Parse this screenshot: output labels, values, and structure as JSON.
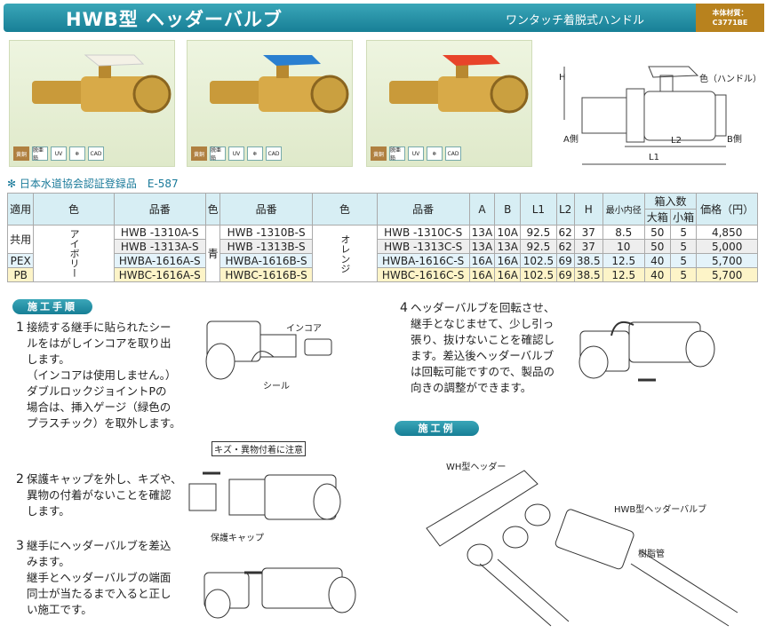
{
  "header": {
    "title": "HWB型 ヘッダーバルブ",
    "subtitle": "ワンタッチ着脱式ハンドル",
    "material": [
      "本体材質：",
      "C3771BE"
    ]
  },
  "icons": [
    "黄銅",
    "脱亜鉛",
    "UV",
    "❄",
    "CAD"
  ],
  "diagram": {
    "h": "H",
    "color": "色（ハンドル）",
    "a": "A側",
    "b": "B側",
    "l1": "L1",
    "l2": "L2"
  },
  "note": "✻ 日本水道協会認証登録品　E-587",
  "table": {
    "headers": [
      "適用",
      "色",
      "品番",
      "色",
      "品番",
      "色",
      "品番",
      "A",
      "B",
      "L1",
      "L2",
      "H",
      "最小内径",
      "箱入数",
      "価格（円）"
    ],
    "subheaders": [
      "大箱",
      "小箱"
    ],
    "colors": [
      "アイボリー",
      "青",
      "オレンジ"
    ],
    "rows": [
      [
        "共用",
        "HWB -1310A-S",
        "HWB -1310B-S",
        "HWB -1310C-S",
        "13A",
        "10A",
        "92.5",
        "62",
        "37",
        "8.5",
        "50",
        "5",
        "4,850"
      ],
      [
        "",
        "HWB -1313A-S",
        "HWB -1313B-S",
        "HWB -1313C-S",
        "13A",
        "13A",
        "92.5",
        "62",
        "37",
        "10",
        "50",
        "5",
        "5,000"
      ],
      [
        "PEX",
        "HWBA-1616A-S",
        "HWBA-1616B-S",
        "HWBA-1616C-S",
        "16A",
        "16A",
        "102.5",
        "69",
        "38.5",
        "12.5",
        "40",
        "5",
        "5,700"
      ],
      [
        "PB",
        "HWBC-1616A-S",
        "HWBC-1616B-S",
        "HWBC-1616C-S",
        "16A",
        "16A",
        "102.5",
        "69",
        "38.5",
        "12.5",
        "40",
        "5",
        "5,700"
      ]
    ]
  },
  "procedure": {
    "badge": "施工手順",
    "steps": [
      {
        "n": "1",
        "text": [
          "接続する継手に貼られたシー",
          "ルをはがしインコアを取り出",
          "します。",
          "（インコアは使用しません。）",
          "ダブルロックジョイントPの",
          "場合は、挿入ゲージ（緑色の",
          "プラスチック）を取外します。"
        ]
      },
      {
        "n": "2",
        "text": [
          "保護キャップを外し、キズや、",
          "異物の付着がないことを確認",
          "します。"
        ]
      },
      {
        "n": "3",
        "text": [
          "継手にヘッダーバルブを差込",
          "みます。",
          "継手とヘッダーバルブの端面",
          "同士が当たるまで入ると正し",
          "い施工です。"
        ]
      },
      {
        "n": "4",
        "text": [
          "ヘッダーバルブを回転させ、",
          "継手となじませて、少し引っ",
          "張り、抜けないことを確認し",
          "ます。差込後ヘッダーバルブ",
          "は回転可能ですので、製品の",
          "向きの調整ができます。"
        ]
      }
    ],
    "labels": {
      "incore": "インコア",
      "seal": "シール",
      "caution": "キズ・異物付着に注意",
      "cap": "保護キャップ"
    }
  },
  "example": {
    "badge": "施工例",
    "wh": "WH型ヘッダー",
    "hwb": "HWB型ヘッダーバルブ",
    "pipe": "樹脂管"
  },
  "colors": {
    "ivory": "#f4f1e6",
    "blue": "#2a7fd0",
    "orange": "#e8442a",
    "teal": "#1d8aa0"
  }
}
